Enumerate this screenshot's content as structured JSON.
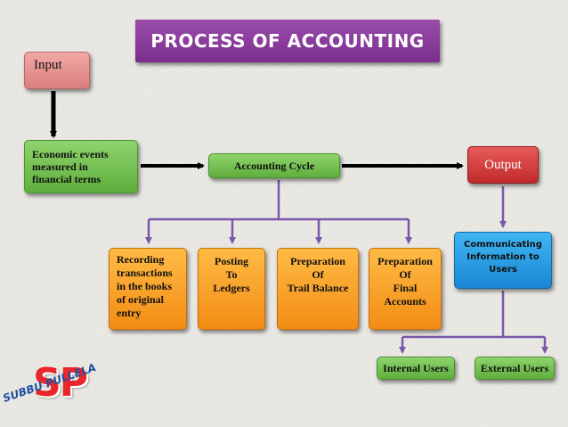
{
  "title": "PROCESS OF ACCOUNTING",
  "nodes": {
    "input": "Input",
    "economic_events": "Economic events measured in financial terms",
    "accounting_cycle": "Accounting Cycle",
    "output": "Output",
    "recording": "Recording transactions in the books of original entry",
    "posting": [
      "Posting",
      "To",
      "Ledgers"
    ],
    "trial_balance": [
      "Preparation",
      "Of",
      "Trail Balance"
    ],
    "final_accounts": [
      "Preparation",
      "Of",
      "Final",
      "Accounts"
    ],
    "communicating": [
      "Communicating",
      "Information to",
      "Users"
    ],
    "internal_users": "Internal  Users",
    "external_users": "External  Users"
  },
  "logo": {
    "initials": "SP",
    "name": "SUBBU PULLELA"
  },
  "colors": {
    "title": "#7a2e8c",
    "input": "#e8a09e",
    "green": "#6cbf47",
    "output": "#d03a3a",
    "orange": "#f5a023",
    "blue": "#2a9be0",
    "connector": "#7a57a8",
    "arrow": "#000000"
  }
}
